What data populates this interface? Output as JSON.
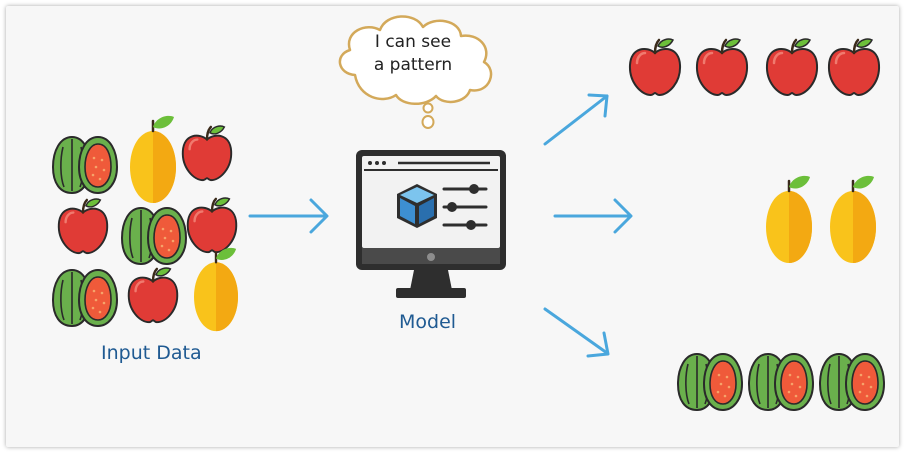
{
  "labels": {
    "input": "Input Data",
    "model": "Model",
    "thought_line1": "I can see",
    "thought_line2": "a pattern"
  },
  "colors": {
    "arrow": "#4aa7dd",
    "label_text": "#1f5a92",
    "apple_red": "#e03b36",
    "mango_yellow": "#f9c31b",
    "guava_green": "#6ab04c",
    "guava_flesh": "#ef5a3a",
    "leaf_green": "#6cbf3a",
    "monitor_dark": "#2e2e2e",
    "cube_blue": "#3d8fd1"
  },
  "icons": {
    "thought_bubble": "thought-cloud-icon",
    "model": "computer-monitor-icon",
    "apple": "apple-icon",
    "mango": "mango-icon",
    "guava": "guava-icon"
  },
  "groups": {
    "input_grid": [
      "guava",
      "mango",
      "apple",
      "apple",
      "guava",
      "apple",
      "guava",
      "apple",
      "mango"
    ],
    "output_apples": [
      "apple",
      "apple",
      "apple",
      "apple"
    ],
    "output_mangos": [
      "mango",
      "mango"
    ],
    "output_guavas": [
      "guava",
      "guava",
      "guava"
    ]
  }
}
